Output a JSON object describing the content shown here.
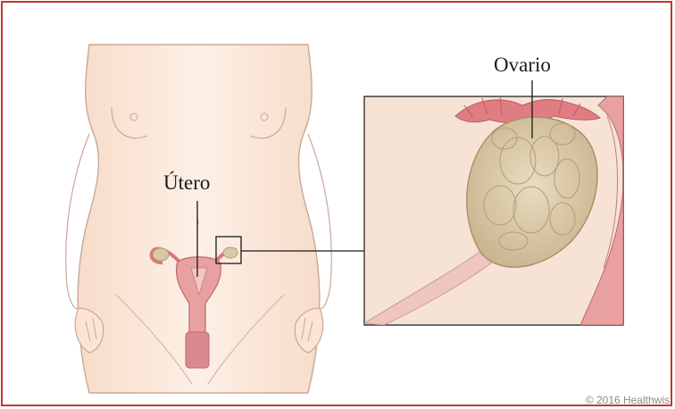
{
  "labels": {
    "uterus": "Útero",
    "ovary": "Ovario"
  },
  "credit": "© 2016 Healthwis",
  "colors": {
    "border": "#c0392b",
    "skin_fill": "#fbe9dc",
    "skin_stroke": "#c9a896",
    "uterus_fill": "#e9a0a0",
    "tissue_fill": "#e07d82",
    "ovary_fill": "#dcc9a8",
    "callout_bg": "#f6e3d6"
  }
}
